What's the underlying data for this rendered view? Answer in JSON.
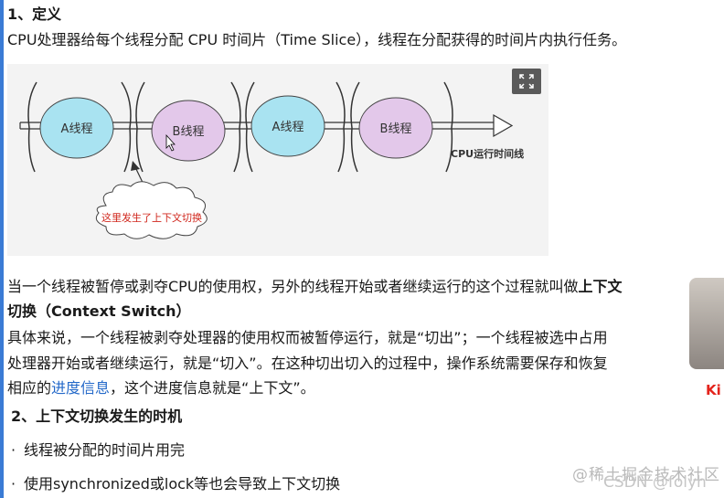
{
  "section1": {
    "heading": "1、定义",
    "line1": "CPU处理器给每个线程分配 CPU 时间片（Time Slice），线程在分配获得的时间片内执行任务。"
  },
  "diagram": {
    "nodes": [
      "A线程",
      "B线程",
      "A线程",
      "B线程"
    ],
    "axis_label": "CPU运行时间线",
    "callout": "这里发生了上下文切换",
    "colors": {
      "a_thread": "#a9e3f1",
      "b_thread": "#e3c8ea",
      "callout_text": "#d0271d"
    }
  },
  "para": {
    "line1_pre": "当一个线程被暂停或剥夺CPU的使用权，另外的线程开始或者继续运行的这个过程就叫做",
    "line1_bold": "上下文",
    "line2": "切换（Context Switch）",
    "line3": "具体来说，一个线程被剥夺处理器的使用权而被暂停运行，就是“切出”；一个线程被选中占用",
    "line4": "处理器开始或者继续运行，就是“切入”。在这种切出切入的过程中，操作系统需要保存和恢复",
    "line5_pre": "相应的",
    "line5_link": "进度信息",
    "line5_post": "，这个进度信息就是“上下文”。"
  },
  "section2": {
    "heading": "2、上下文切换发生的时机",
    "bullet_mark": "·",
    "items": [
      "线程被分配的时间片用完",
      "使用synchronized或lock等也会导致上下文切换"
    ]
  },
  "overlay": {
    "avatar_tag": "Ki",
    "watermark": "@稀土掘金技术社区",
    "watermark_csdn": "CSDN @folyh"
  }
}
